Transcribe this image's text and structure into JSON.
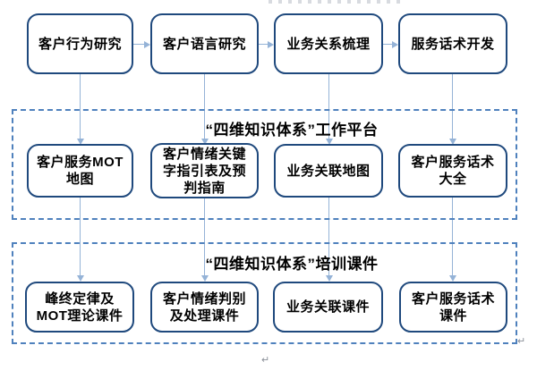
{
  "diagram": {
    "process_row": {
      "boxes": [
        {
          "label": "客户行为研究"
        },
        {
          "label": "客户语言研究"
        },
        {
          "label": "业务关系梳理"
        },
        {
          "label": "服务话术开发"
        }
      ]
    },
    "platform_section": {
      "title": "“四维知识体系”工作平台",
      "boxes": [
        {
          "label": [
            "客户服务MOT",
            "地图"
          ]
        },
        {
          "label": [
            "客户情绪关键",
            "字指引表及预",
            "判指南"
          ]
        },
        {
          "label": "业务关联地图"
        },
        {
          "label": [
            "客户服务话术",
            "大全"
          ]
        }
      ]
    },
    "training_section": {
      "title": "“四维知识体系”培训课件",
      "boxes": [
        {
          "label": [
            "峰终定律及",
            "MOT理论课件"
          ]
        },
        {
          "label": [
            "客户情绪判别",
            "及处理课件"
          ]
        },
        {
          "label": "业务关联课件"
        },
        {
          "label": [
            "客户服务话术",
            "课件"
          ]
        }
      ]
    },
    "marks": {
      "paragraph_return": "↵"
    },
    "colors": {
      "box_border": "#1F497D",
      "connector": "#95B3D7",
      "dashed_border": "#4F81BD",
      "text": "#000000",
      "background": "#ffffff"
    }
  }
}
